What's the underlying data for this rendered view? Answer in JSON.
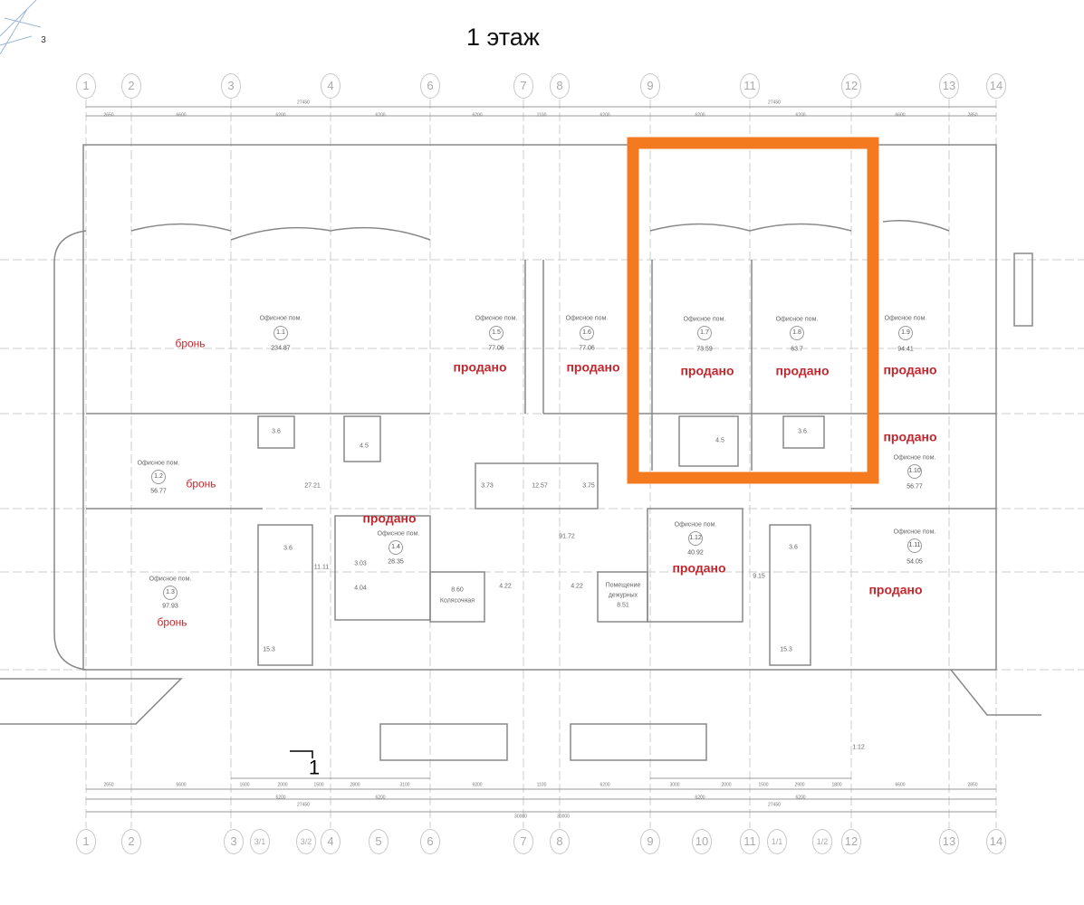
{
  "title": "1 этаж",
  "corner_mark": "3",
  "section_mark": "1",
  "ramp_label": "1:12",
  "highlight_color": "#F47A20",
  "status_color": "#C1272D",
  "axes_top": [
    "1",
    "2",
    "3",
    "4",
    "6",
    "7",
    "8",
    "9",
    "11",
    "12",
    "13",
    "14"
  ],
  "axes_bottom": [
    "1",
    "2",
    "3",
    "3/1",
    "3/2",
    "4",
    "5",
    "6",
    "7",
    "8",
    "9",
    "10",
    "11",
    "1/1",
    "1/2",
    "12",
    "13",
    "14"
  ],
  "dims_top": [
    "2650",
    "6600",
    "6200",
    "6200",
    "6200",
    "1100",
    "6200",
    "6200",
    "6200",
    "6600",
    "2850"
  ],
  "dims_top_total": [
    "27450",
    "27450"
  ],
  "dims_bottom": [
    "2650",
    "6600",
    "6200",
    "6200",
    "6200",
    "1100",
    "6200",
    "6200",
    "6200",
    "6600",
    "2850"
  ],
  "dims_bottom_sub": [
    "1600",
    "2000",
    "1500",
    "2800",
    "3100",
    "3000",
    "2000",
    "1500",
    "2900",
    "1800"
  ],
  "dims_bottom_total": [
    "27450",
    "27450",
    "30000",
    "30000"
  ],
  "rooms": [
    {
      "type": "Офисное пом.",
      "num": "1.1",
      "area": "234.87",
      "status": "бронь"
    },
    {
      "type": "Офисное пом.",
      "num": "1.5",
      "area": "77.06",
      "status": "продано"
    },
    {
      "type": "Офисное пом.",
      "num": "1.6",
      "area": "77.06",
      "status": "продано"
    },
    {
      "type": "Офисное пом.",
      "num": "1.7",
      "area": "73.59",
      "status": "продано"
    },
    {
      "type": "Офисное пом.",
      "num": "1.8",
      "area": "63.7",
      "status": "продано"
    },
    {
      "type": "Офисное пом.",
      "num": "1.9",
      "area": "94.41",
      "status": "продано"
    },
    {
      "type": "Офисное пом.",
      "num": "1.2",
      "area": "56.77",
      "status": "бронь"
    },
    {
      "type": "Офисное пом.",
      "num": "1.10",
      "area": "56.77",
      "status": "продано"
    },
    {
      "type": "Офисное пом.",
      "num": "1.3",
      "area": "97.93",
      "status": "бронь"
    },
    {
      "type": "Офисное пом.",
      "num": "1.4",
      "area": "28.35",
      "status": "продано"
    },
    {
      "type": "Офисное пом.",
      "num": "1.12",
      "area": "40.92",
      "status": "продано"
    },
    {
      "type": "Офисное пом.",
      "num": "1.11",
      "area": "54.05",
      "status": "продано"
    }
  ],
  "aux": [
    "3.6",
    "4.5",
    "27.21",
    "3.73",
    "12.57",
    "3.75",
    "3.6",
    "11.11",
    "3.03",
    "4.04",
    "8.60",
    "Колясочная",
    "4.22",
    "91.72",
    "4.22",
    "Помещение",
    "дежурных",
    "8.51",
    "4.5",
    "3.6",
    "9.15",
    "3.6",
    "15.3",
    "15.3"
  ]
}
